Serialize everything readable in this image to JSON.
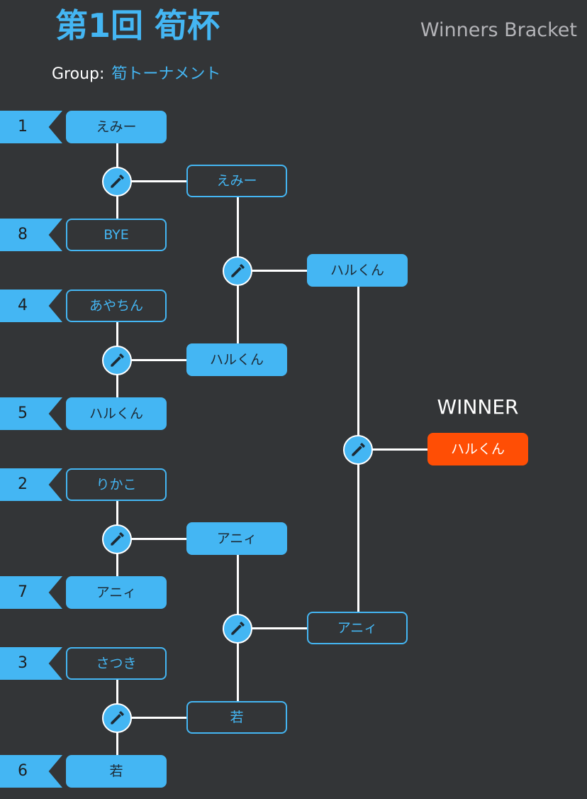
{
  "header": {
    "title": "第1回 筍杯",
    "bracket_type": "Winners Bracket",
    "group_label": "Group:",
    "group_name": "筍トーナメント"
  },
  "round1": [
    {
      "seed": "1",
      "name": "えみー",
      "won": true
    },
    {
      "seed": "8",
      "name": "BYE",
      "won": false
    },
    {
      "seed": "4",
      "name": "あやちん",
      "won": false
    },
    {
      "seed": "5",
      "name": "ハルくん",
      "won": true
    },
    {
      "seed": "2",
      "name": "りかこ",
      "won": false
    },
    {
      "seed": "7",
      "name": "アニィ",
      "won": true
    },
    {
      "seed": "3",
      "name": "さつき",
      "won": false
    },
    {
      "seed": "6",
      "name": "若",
      "won": true
    }
  ],
  "round2": [
    {
      "name": "えみー",
      "won": false
    },
    {
      "name": "ハルくん",
      "won": true
    },
    {
      "name": "アニィ",
      "won": true
    },
    {
      "name": "若",
      "won": false
    }
  ],
  "round3": [
    {
      "name": "ハルくん",
      "won": true
    },
    {
      "name": "アニィ",
      "won": false
    }
  ],
  "winner": {
    "heading": "WINNER",
    "name": "ハルくん"
  },
  "colors": {
    "background": "#333537",
    "accent": "#44b6f3",
    "champion": "#ff4e05"
  },
  "icons": {
    "edit": "pencil-icon"
  }
}
